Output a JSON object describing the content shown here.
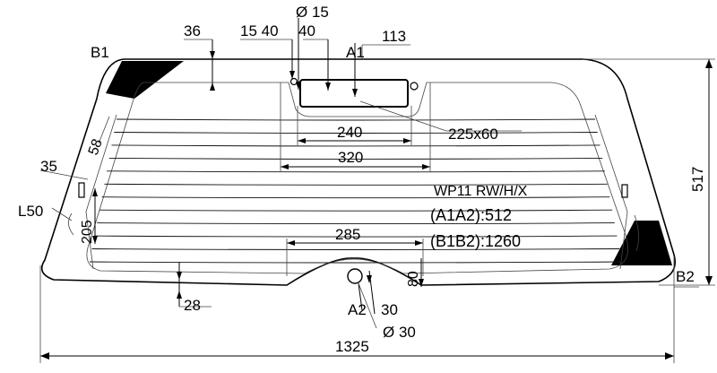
{
  "drawing": {
    "part_code": "WP11 RW/H/X",
    "spec_a1a2": "(A1A2):512",
    "spec_b1b2": "(B1B2):1260",
    "points": {
      "b1": "B1",
      "b2": "B2",
      "a1": "A1",
      "a2": "A2"
    },
    "dimensions": {
      "overall_width": "1325",
      "overall_height": "517",
      "top_36": "36",
      "top_15_40": "15 40",
      "top_40": "40",
      "hole_dia_top": "Ø 15",
      "top_113": "113",
      "window_225x60": "225x60",
      "span_240": "240",
      "span_320": "320",
      "side_58": "58",
      "side_35": "35",
      "side_205": "205",
      "span_285": "285",
      "bottom_80": "80",
      "bottom_28": "28",
      "bottom_30": "30",
      "hole_dia_bottom": "Ø 30",
      "radius_l50": "L50"
    }
  }
}
